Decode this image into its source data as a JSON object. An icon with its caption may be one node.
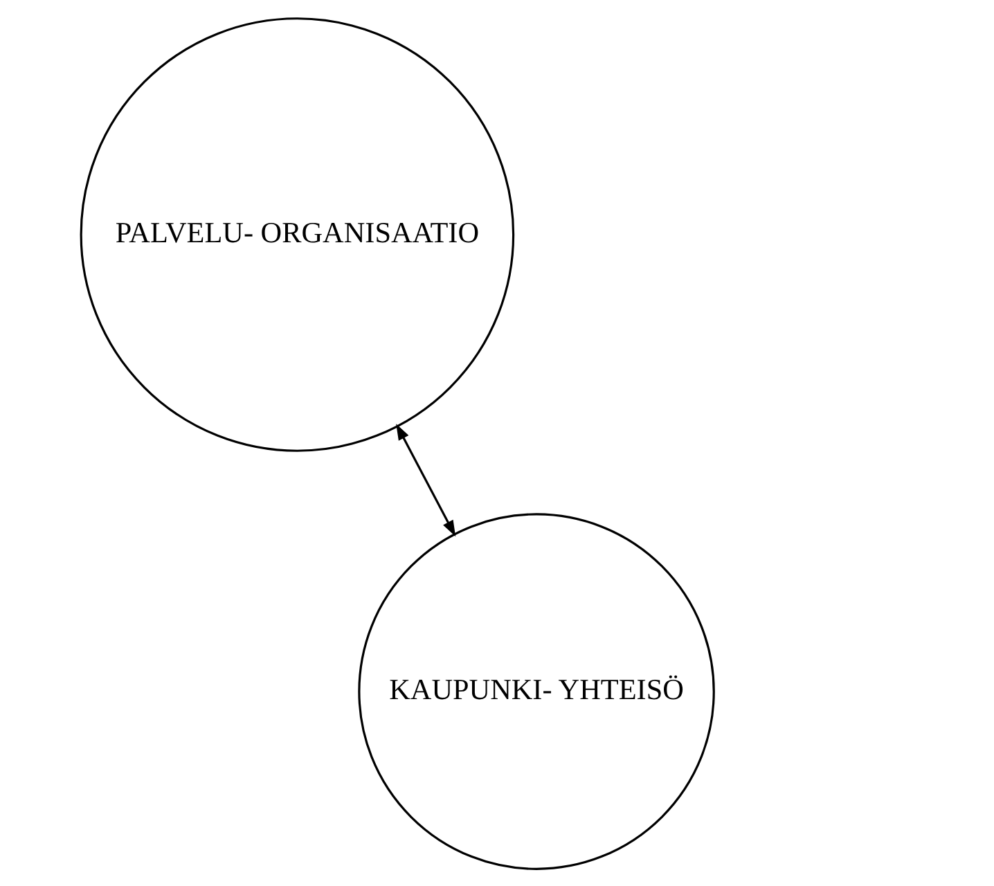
{
  "diagram": {
    "nodes": [
      {
        "text": [
          "PALVELU- ORGANISAATIO"
        ]
      },
      {
        "text": [
          "KAUPUNKI- YHTEISÖ"
        ]
      }
    ],
    "edges": [
      {
        "from": 1,
        "to": 0,
        "arrow": "both"
      }
    ]
  }
}
